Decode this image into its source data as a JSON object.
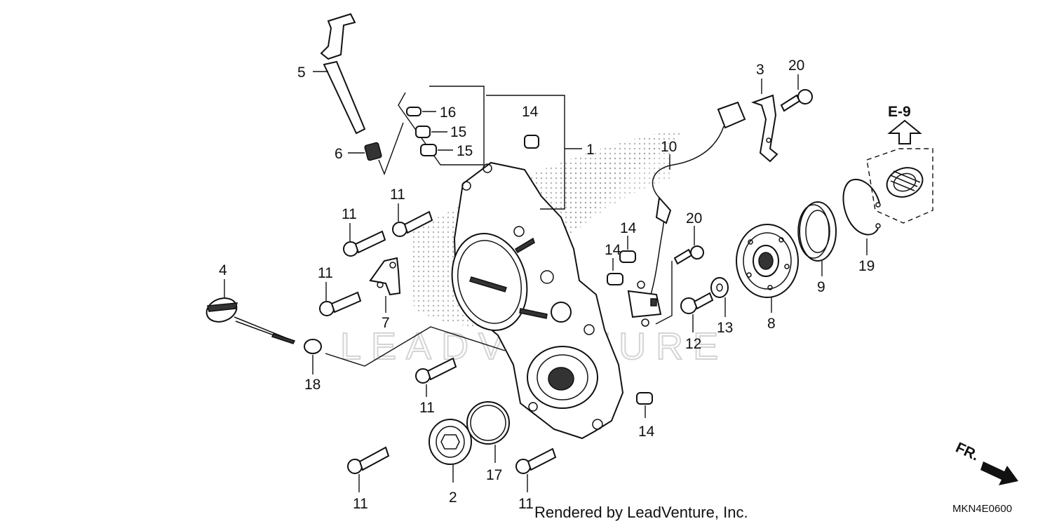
{
  "callouts": {
    "c1": "1",
    "c2": "2",
    "c3": "3",
    "c4": "4",
    "c5": "5",
    "c6": "6",
    "c7": "7",
    "c8": "8",
    "c9": "9",
    "c10": "10",
    "c11a": "11",
    "c11b": "11",
    "c11c": "11",
    "c11d": "11",
    "c11e": "11",
    "c11f": "11",
    "c12": "12",
    "c13": "13",
    "c14a": "14",
    "c14b": "14",
    "c14c": "14",
    "c14d": "14",
    "c15a": "15",
    "c15b": "15",
    "c16": "16",
    "c17": "17",
    "c18": "18",
    "c19": "19",
    "c20a": "20",
    "c20b": "20"
  },
  "reference": {
    "label": "E-9"
  },
  "direction": {
    "label": "FR."
  },
  "footer": {
    "credit": "Rendered by LeadVenture, Inc.",
    "code": "MKN4E0600"
  },
  "watermark": {
    "text": "LEADVENTURE"
  },
  "colors": {
    "line": "#111111",
    "dot_pattern": "#9a9a9a",
    "watermark": "#d4d4d4"
  }
}
